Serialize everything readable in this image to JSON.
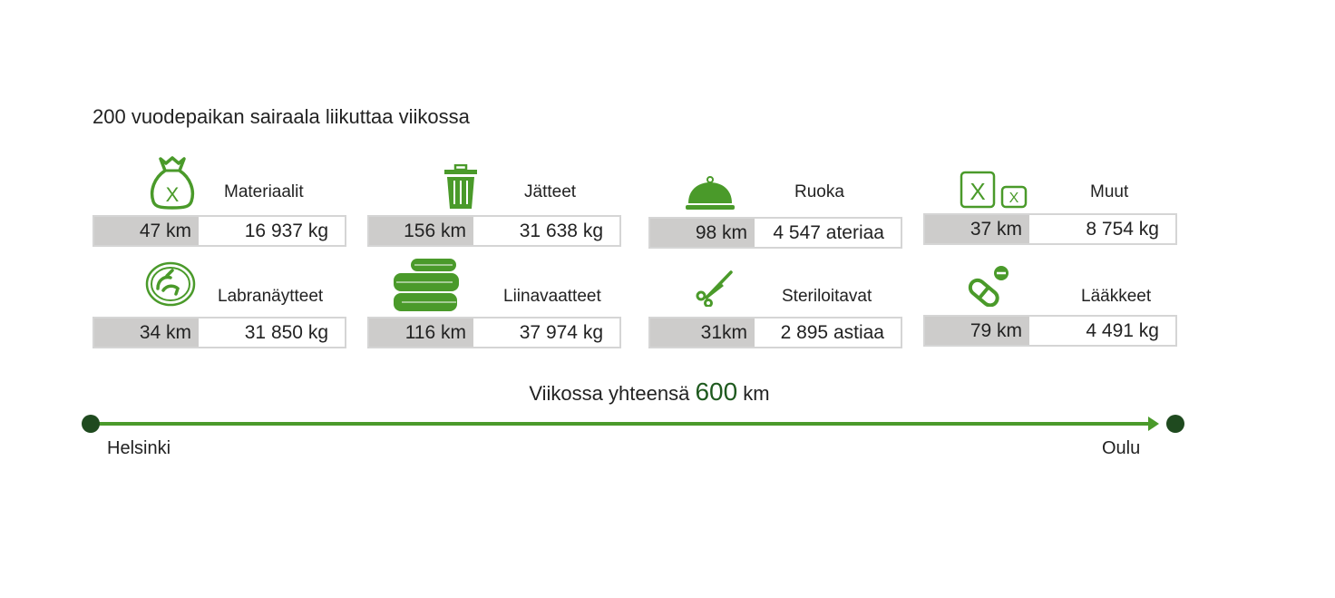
{
  "title": "200 vuodepaikan sairaala liikuttaa viikossa",
  "colors": {
    "green": "#4a9a2a",
    "dark_green": "#1f5a1f",
    "gray": "#cdcccb"
  },
  "items": [
    {
      "label": "Materiaalit",
      "km": "47 km",
      "amount": "16 937 kg",
      "icon": "sack-icon"
    },
    {
      "label": "Jätteet",
      "km": "156 km",
      "amount": "31 638 kg",
      "icon": "trash-icon"
    },
    {
      "label": "Ruoka",
      "km": "98 km",
      "amount": "4 547 ateriaa",
      "icon": "cloche-icon"
    },
    {
      "label": "Muut",
      "km": "37 km",
      "amount": "8 754 kg",
      "icon": "boxes-icon"
    },
    {
      "label": "Labranäytteet",
      "km": "34 km",
      "amount": "31 850 kg",
      "icon": "petri-dish-icon"
    },
    {
      "label": "Liinavaatteet",
      "km": "116 km",
      "amount": "37 974 kg",
      "icon": "linen-stack-icon"
    },
    {
      "label": "Steriloitavat",
      "km": "31km",
      "amount": "2 895 astiaa",
      "icon": "scissors-icon"
    },
    {
      "label": "Lääkkeet",
      "km": "79 km",
      "amount": "4 491 kg",
      "icon": "pills-icon"
    }
  ],
  "total": {
    "prefix": "Viikossa yhteensä",
    "value": "600",
    "unit": "km"
  },
  "route": {
    "start": "Helsinki",
    "end": "Oulu"
  }
}
